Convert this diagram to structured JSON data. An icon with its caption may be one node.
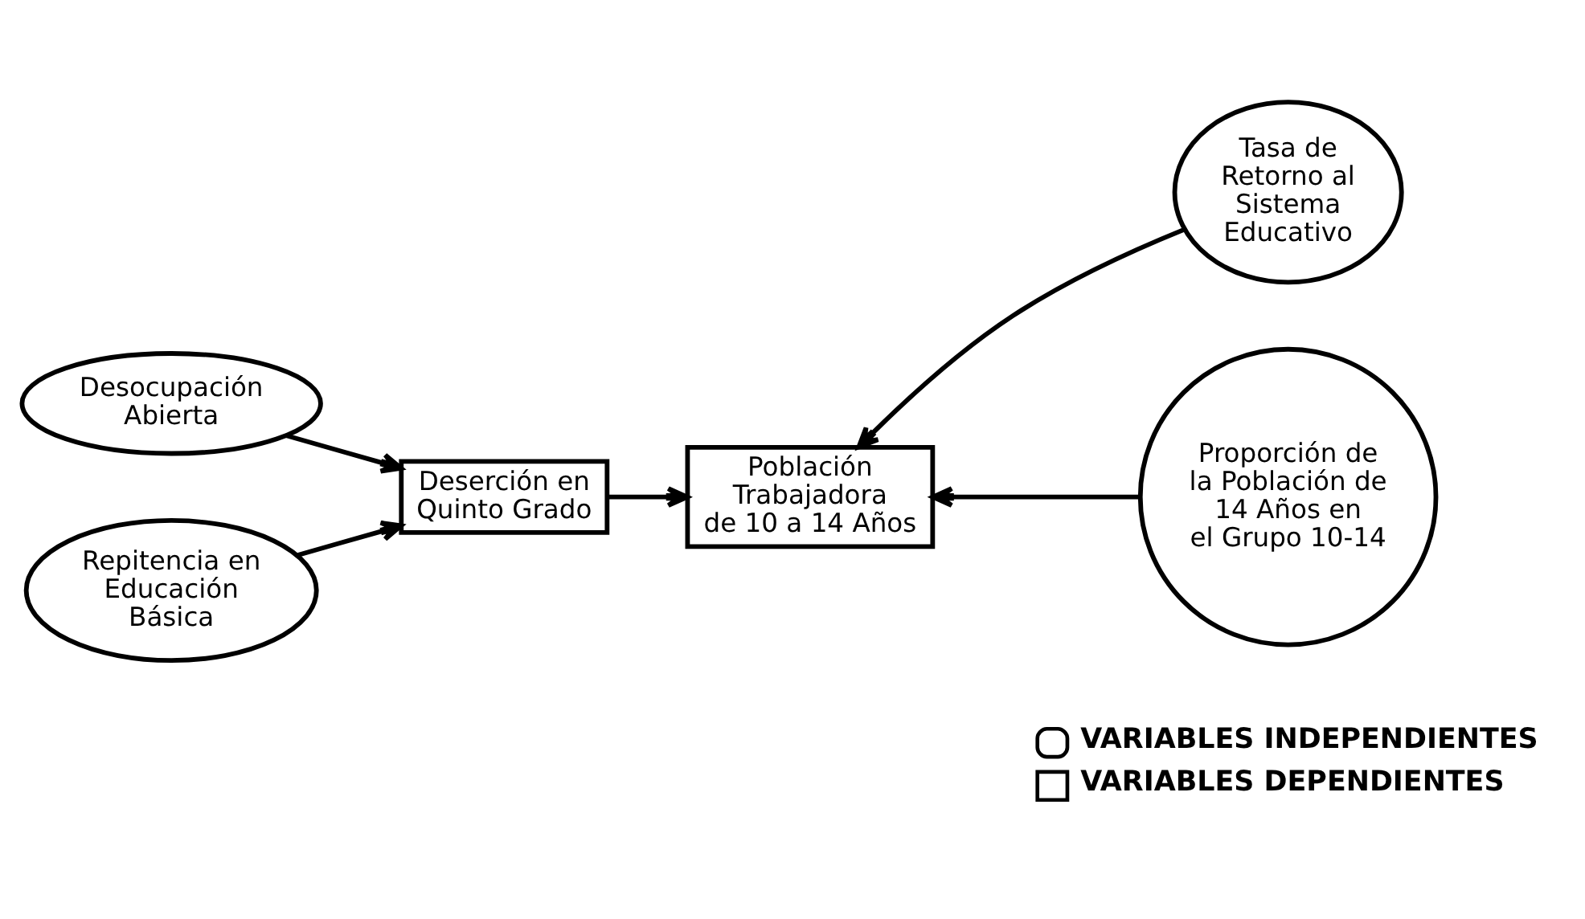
{
  "diagram": {
    "nodes": [
      {
        "text": [
          "Desocupación Abierta"
        ]
      },
      {
        "text": [
          "Deserción en Quinto Grado"
        ]
      },
      {
        "text": [
          "Repitencia en Educación Básica"
        ]
      },
      {
        "text": [
          "Tasa de Retorno al Sistema Educativo"
        ]
      },
      {
        "text": [
          "Proporción de la Población de 14 Años en el Grupo 10-14"
        ]
      },
      {
        "text": [
          "Población Trabajadora de 10 a 14 Años"
        ]
      }
    ],
    "edges": [
      {
        "from": 0,
        "to": 1,
        "arrow": "to"
      },
      {
        "from": 2,
        "to": 1,
        "arrow": "to"
      },
      {
        "from": 1,
        "to": 5,
        "arrow": "to"
      },
      {
        "from": 3,
        "to": 5,
        "arrow": "to"
      },
      {
        "from": 4,
        "to": 5,
        "arrow": "to"
      }
    ],
    "legend": [
      {
        "text": "VARIABLES INDEPENDIENTES"
      },
      {
        "text": "VARIABLES DEPENDIENTES"
      }
    ]
  }
}
